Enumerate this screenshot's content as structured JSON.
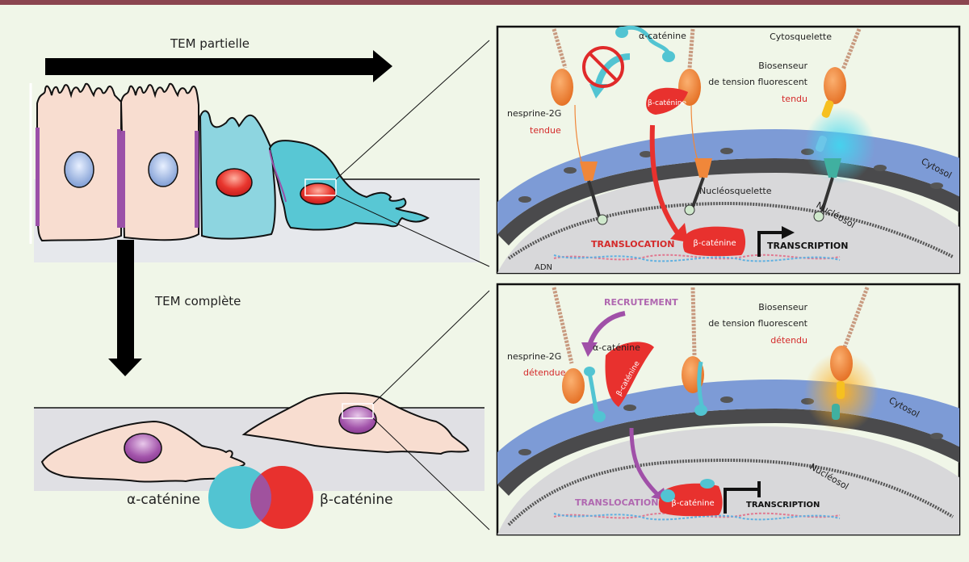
{
  "colors": {
    "background": "#f0f6e8",
    "top_bar": "#8b4550",
    "epithelial_cell": "#f8ddd0",
    "mesenchymal_partial": "#5cc6d4",
    "nucleus_blue": "#8aa6d8",
    "nucleus_red": "#e02a2a",
    "nucleus_purple": "#a050a8",
    "alpha_catenin": "#52c4d2",
    "beta_catenin": "#e8312e",
    "overlap": "#a0529e",
    "nesprin": "#f0873a",
    "membrane": "#7d9bd6",
    "lamina": "#4a4a4a",
    "nucleosol": "#d6d6d8",
    "red_label": "#d42a2a",
    "purple_label": "#b068b0"
  },
  "left_panel": {
    "partial_emt_label": "TEM partielle",
    "complete_emt_label": "TEM complète"
  },
  "legend": {
    "alpha_label": "α-caténine",
    "beta_label": "β-caténine"
  },
  "top_panel": {
    "alpha_catenin": "α-caténine",
    "beta_catenin": "β-caténine",
    "cytoskeleton": "Cytosquelette",
    "biosensor_line1": "Biosenseur",
    "biosensor_line2": "de tension fluorescent",
    "biosensor_state": "tendu",
    "nesprin": "nesprine-2G",
    "nesprin_state": "tendue",
    "cytosol": "Cytosol",
    "nucleoskeleton": "Nucléosquelette",
    "nucleosol": "Nucléosol",
    "translocation": "TRANSLOCATION",
    "beta_nuclear": "β-caténine",
    "transcription": "TRANSCRIPTION",
    "dna": "ADN"
  },
  "bottom_panel": {
    "recruitment": "RECRUTEMENT",
    "alpha_catenin": "α-caténine",
    "beta_catenin": "β-caténine",
    "nesprin": "nesprine-2G",
    "nesprin_state": "détendue",
    "biosensor_line1": "Biosenseur",
    "biosensor_line2": "de tension fluorescent",
    "biosensor_state": "détendu",
    "cytosol": "Cytosol",
    "nucleosol": "Nucléosol",
    "translocation": "TRANSLOCATION",
    "beta_nuclear": "β-caténine",
    "transcription": "TRANSCRIPTION"
  }
}
